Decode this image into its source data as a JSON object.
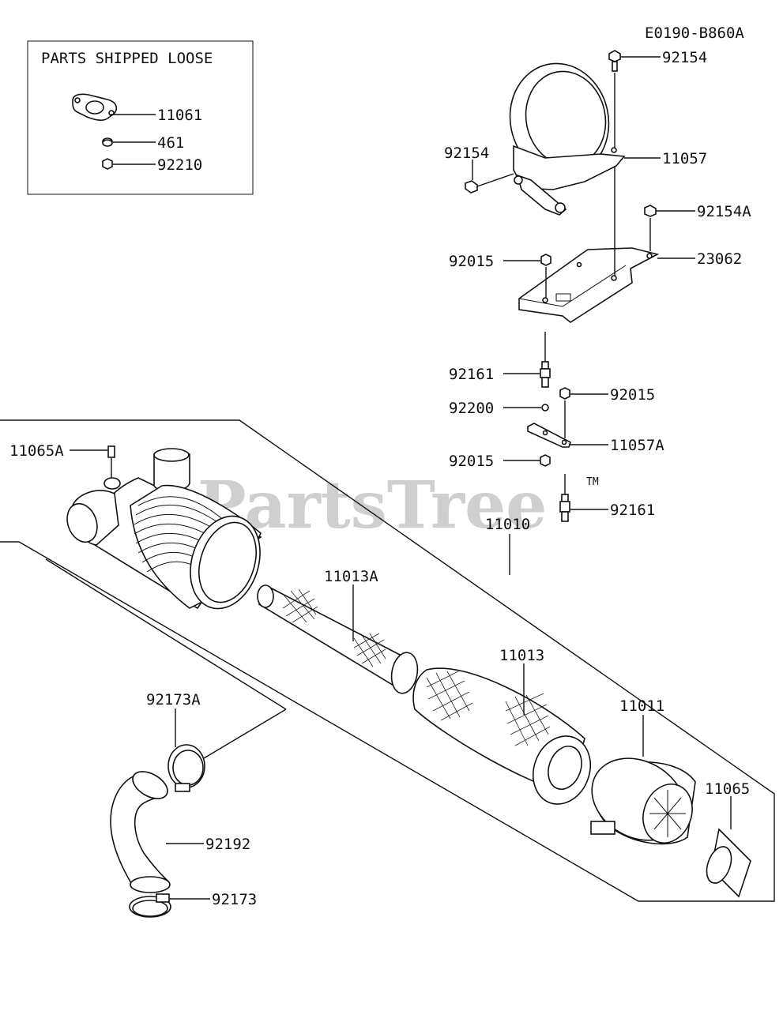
{
  "diagram_code": "E0190-B860A",
  "loose_box_title": "PARTS SHIPPED LOOSE",
  "watermark": "PartsTree",
  "watermark_tm": "TM",
  "labels": {
    "p11061": "11061",
    "p461": "461",
    "p92210": "92210",
    "p92154_top": "92154",
    "p92154_left": "92154",
    "p11057": "11057",
    "p92154A": "92154A",
    "p23062": "23062",
    "p92015_a": "92015",
    "p92161_a": "92161",
    "p92015_b": "92015",
    "p92200": "92200",
    "p11057A": "11057A",
    "p92015_c": "92015",
    "p92161_b": "92161",
    "p11065A": "11065A",
    "p11010": "11010",
    "p11013A": "11013A",
    "p11013": "11013",
    "p11011": "11011",
    "p11065": "11065",
    "p92173A": "92173A",
    "p92192": "92192",
    "p92173": "92173"
  }
}
